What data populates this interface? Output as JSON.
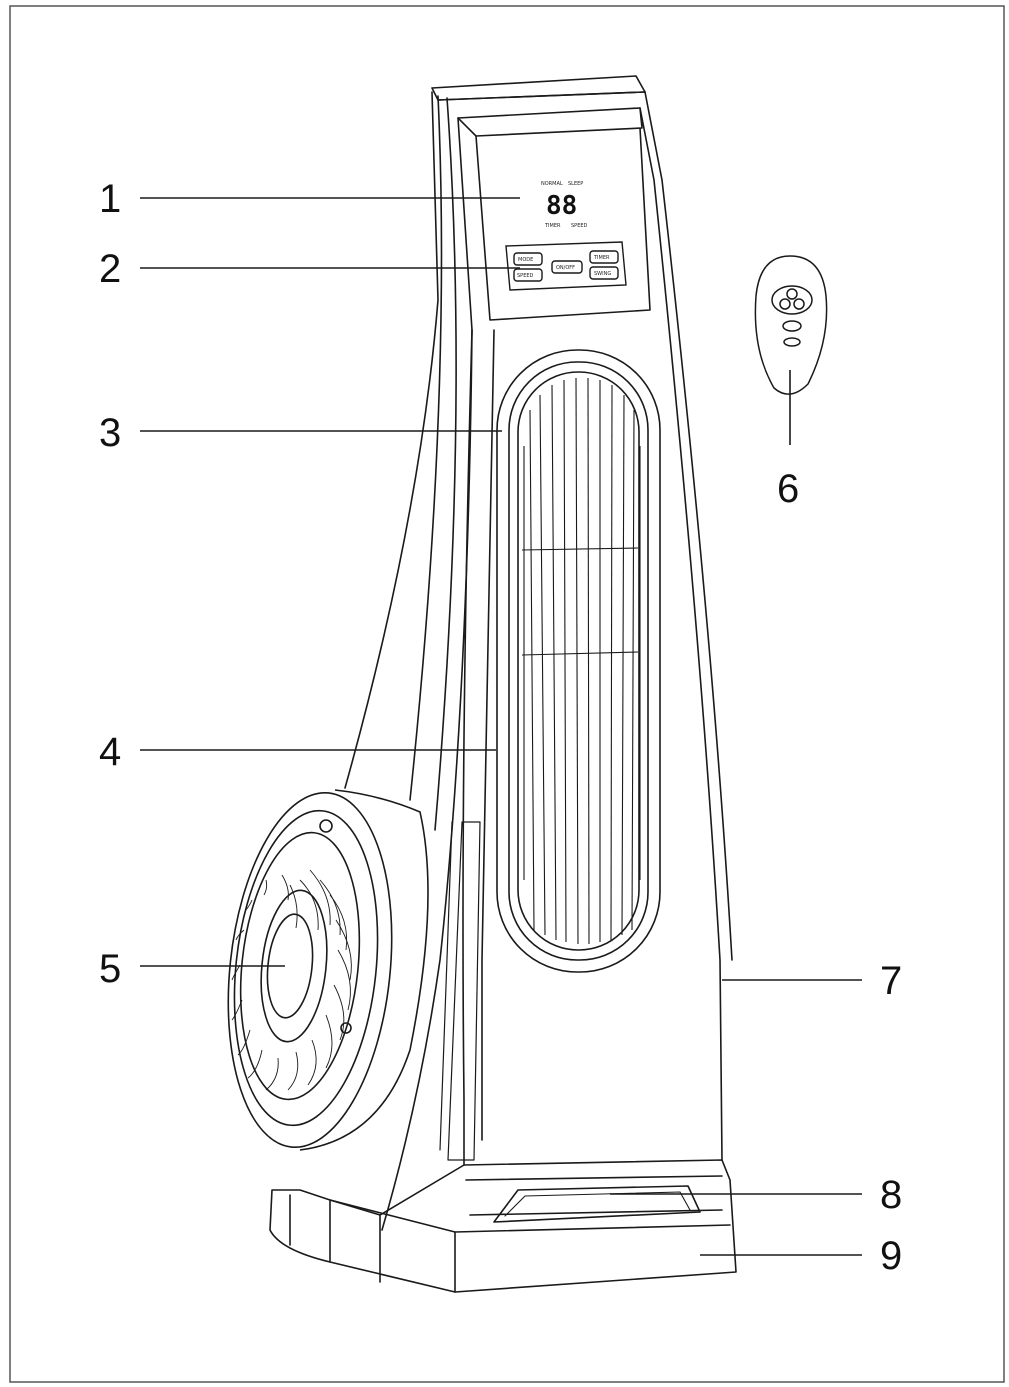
{
  "labels": [
    {
      "id": "1",
      "text": "1"
    },
    {
      "id": "2",
      "text": "2"
    },
    {
      "id": "3",
      "text": "3"
    },
    {
      "id": "4",
      "text": "4"
    },
    {
      "id": "5",
      "text": "5"
    },
    {
      "id": "6",
      "text": "6"
    },
    {
      "id": "7",
      "text": "7"
    },
    {
      "id": "8",
      "text": "8"
    },
    {
      "id": "9",
      "text": "9"
    }
  ],
  "display": {
    "digits": "88",
    "top_left": "NORMAL",
    "top_right": "SLEEP",
    "bottom_left": "TIMER",
    "bottom_right": "SPEED"
  },
  "buttons": {
    "b1": "MODE",
    "b2": "SPEED",
    "b3": "ON/OFF",
    "b4": "TIMER",
    "b5": "SWING"
  },
  "colors": {
    "line": "#1a1a1a",
    "background": "#ffffff",
    "frame": "#555555"
  }
}
